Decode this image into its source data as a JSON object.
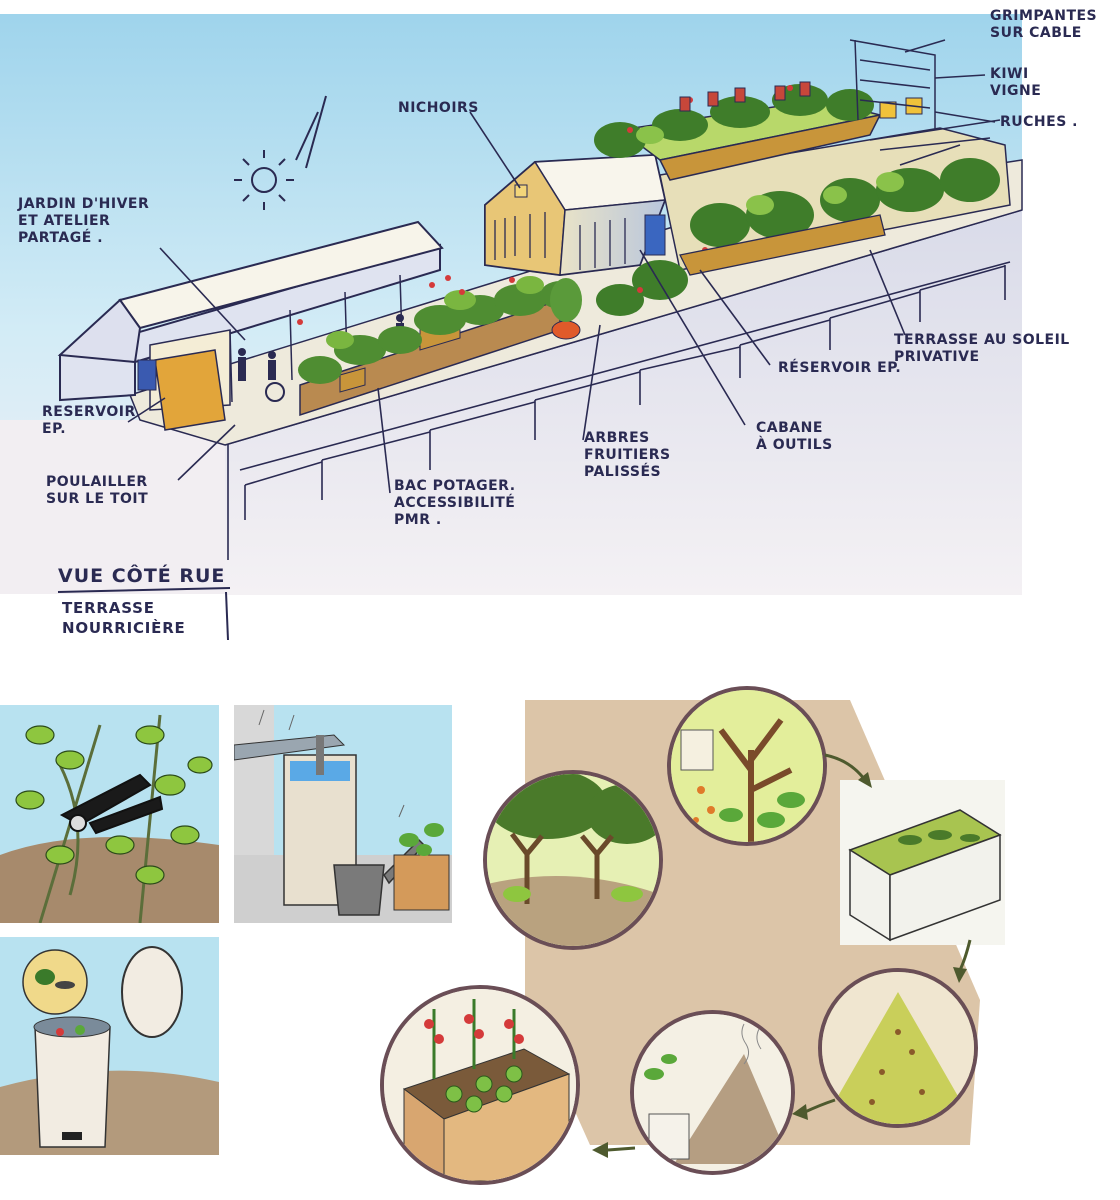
{
  "sketch": {
    "title": "VUE CÔTÉ RUE",
    "subtitle": [
      "TERRASSE",
      "NOURRICIÈRE"
    ],
    "labels": {
      "grimpantes": [
        "GRIMPANTES",
        "SUR CABLE"
      ],
      "kiwi": [
        "KIWI",
        "VIGNE"
      ],
      "ruches": [
        "RUCHES ."
      ],
      "nichoirs": [
        "NICHOIRS"
      ],
      "jardin": [
        "JARDIN D'HIVER",
        "ET ATELIER",
        "PARTAGÉ ."
      ],
      "reservoir_left": [
        "RESERVOIR",
        "EP."
      ],
      "poulailler": [
        "POULAILLER",
        "SUR LE TOIT"
      ],
      "bac": [
        "BAC POTAGER.",
        "ACCESSIBILITÉ",
        "PMR ."
      ],
      "arbres": [
        "ARBRES",
        "FRUITIERS",
        "PALISSÉS"
      ],
      "cabane": [
        "CABANE",
        "À OUTILS"
      ],
      "reservoir_right": [
        "RÉSERVOIR EP."
      ],
      "terrasse": [
        "TERRASSE AU SOLEIL",
        "PRIVATIVE"
      ]
    }
  },
  "illustrations": {
    "panels": [
      {
        "name": "pruning-beans-panel",
        "icon": "pruning-shears-icon"
      },
      {
        "name": "rainwater-tank-panel",
        "icon": "watering-can-icon"
      },
      {
        "name": "compost-bin-panel",
        "icon": "compost-bin-icon"
      }
    ],
    "cycle": [
      {
        "name": "cycle-step-tree-leaves",
        "icon": "tree-icon"
      },
      {
        "name": "cycle-step-green-waste-box",
        "icon": "bin-icon"
      },
      {
        "name": "cycle-step-shredded-pile",
        "icon": "mulch-icon"
      },
      {
        "name": "cycle-step-compost-pile",
        "icon": "compost-icon"
      },
      {
        "name": "cycle-step-vegetable-bed",
        "icon": "vegetable-icon"
      },
      {
        "name": "cycle-step-pruned-trees",
        "icon": "pruned-tree-icon"
      }
    ]
  },
  "colors": {
    "ink": "#2a2a52",
    "sky": "#a8d8ee",
    "foliage": "#5a9a3a",
    "wood": "#c8953a",
    "cycle_bg": "#dcc5a8",
    "circle_border": "#6a4e56",
    "arrow": "#4e5a2e"
  }
}
